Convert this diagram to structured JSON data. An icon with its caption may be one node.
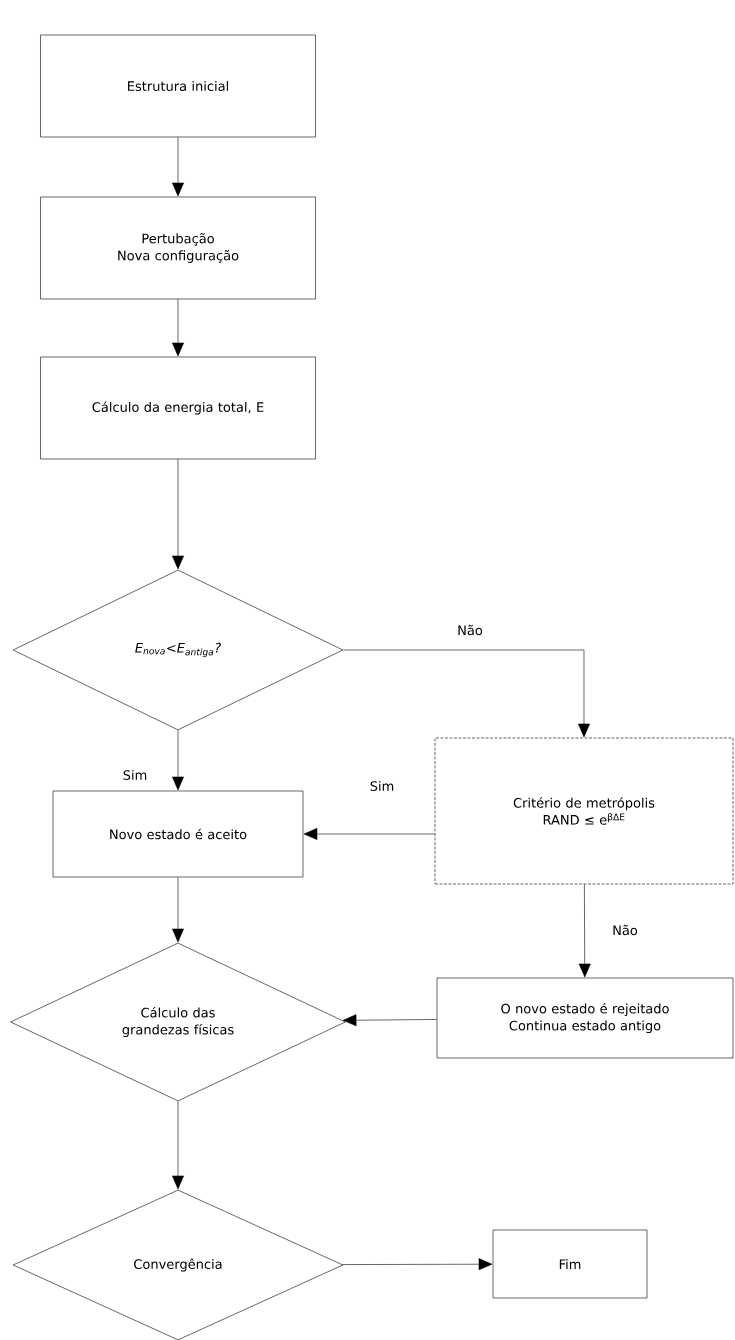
{
  "diagram": {
    "nodes": [
      {
        "text": [
          "Estrutura inicial"
        ]
      },
      {
        "text": [
          "Pertubação",
          "Nova configuração"
        ]
      },
      {
        "text": [
          "Cálculo da energia total, E"
        ]
      },
      {
        "text": [
          "E$_{nova}$<E$_{antiga}$?"
        ]
      },
      {
        "text": [
          "Novo estado é aceito"
        ]
      },
      {
        "text": [
          "Critério de metrópolis",
          "RAND ≤ e$^{βΔE}$"
        ]
      },
      {
        "text": [
          "O novo estado é rejeitado",
          "Continua estado antigo"
        ]
      },
      {
        "text": [
          "Cálculo das grandezas físicas"
        ]
      },
      {
        "text": [
          "Convergência"
        ]
      },
      {
        "text": [
          "Fim"
        ]
      }
    ],
    "edges": [
      {
        "from": 0,
        "to": 1,
        "arrow": "to"
      },
      {
        "from": 1,
        "to": 2,
        "arrow": "to"
      },
      {
        "from": 2,
        "to": 3,
        "arrow": "to"
      },
      {
        "from": 3,
        "to": 4,
        "arrow": "to",
        "label": "Sim"
      },
      {
        "from": 3,
        "to": 5,
        "arrow": "to",
        "label": "Não"
      },
      {
        "from": 5,
        "to": 4,
        "arrow": "to",
        "label": "Sim"
      },
      {
        "from": 5,
        "to": 6,
        "arrow": "to",
        "label": "Não"
      },
      {
        "from": 6,
        "to": 7,
        "arrow": "to"
      },
      {
        "from": 4,
        "to": 7,
        "arrow": "to"
      },
      {
        "from": 7,
        "to": 8,
        "arrow": "to"
      },
      {
        "from": 8,
        "to": 9,
        "arrow": "to"
      }
    ]
  }
}
